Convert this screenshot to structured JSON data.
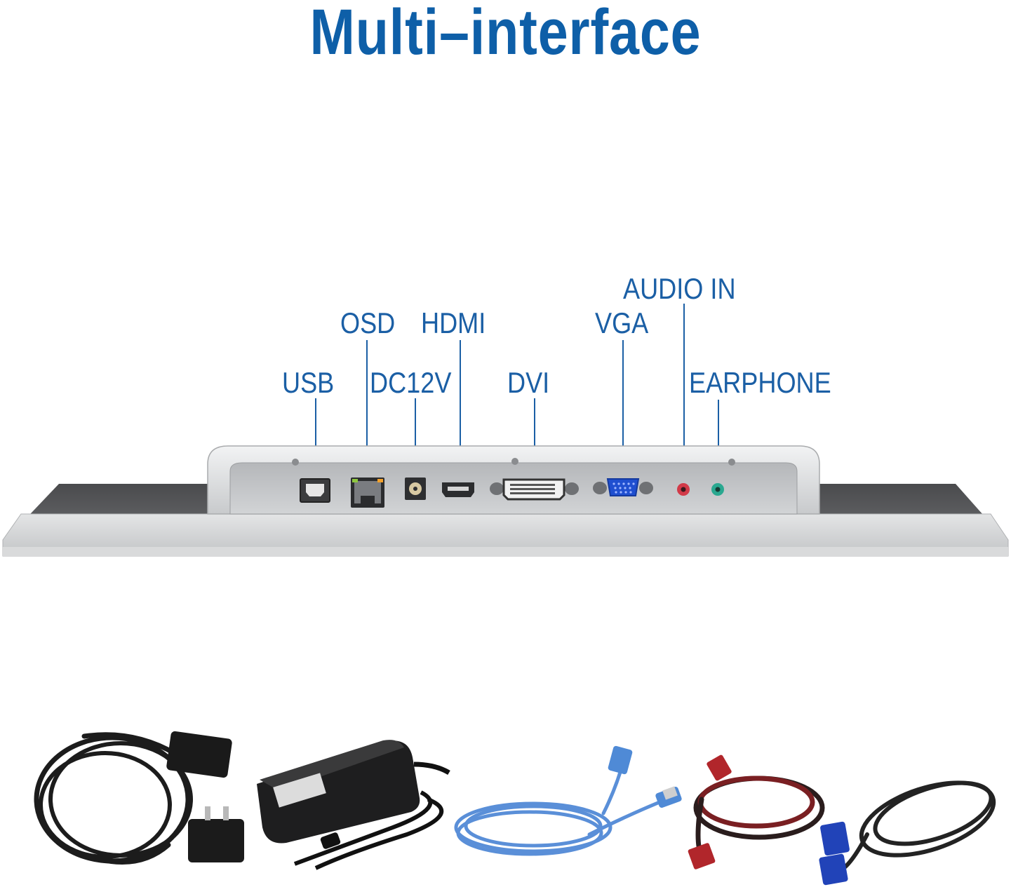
{
  "title": "Multi–interface",
  "colors": {
    "title": "#0e5fa8",
    "label": "#1b5fa5",
    "panel": "#c9cbcd",
    "port_vga": "#1f4fd0",
    "audio_in": "#d23a48",
    "earphone": "#2aa890"
  },
  "ports": [
    {
      "label": "USB",
      "icon": "usb-b-port-icon"
    },
    {
      "label": "OSD",
      "icon": "rj45-port-icon"
    },
    {
      "label": "DC12V",
      "icon": "dc-jack-icon"
    },
    {
      "label": "HDMI",
      "icon": "hdmi-port-icon"
    },
    {
      "label": "DVI",
      "icon": "dvi-port-icon"
    },
    {
      "label": "VGA",
      "icon": "vga-port-icon"
    },
    {
      "label": "AUDIO IN",
      "icon": "audio-in-jack-icon"
    },
    {
      "label": "EARPHONE",
      "icon": "earphone-jack-icon"
    }
  ],
  "accessories": [
    {
      "name": "power-cord",
      "icon": "power-cord-icon"
    },
    {
      "name": "power-adapter",
      "icon": "power-adapter-icon"
    },
    {
      "name": "usb-cable",
      "icon": "usb-cable-icon"
    },
    {
      "name": "hdmi-cable",
      "icon": "hdmi-cable-icon"
    },
    {
      "name": "vga-cable",
      "icon": "vga-cable-icon"
    }
  ]
}
